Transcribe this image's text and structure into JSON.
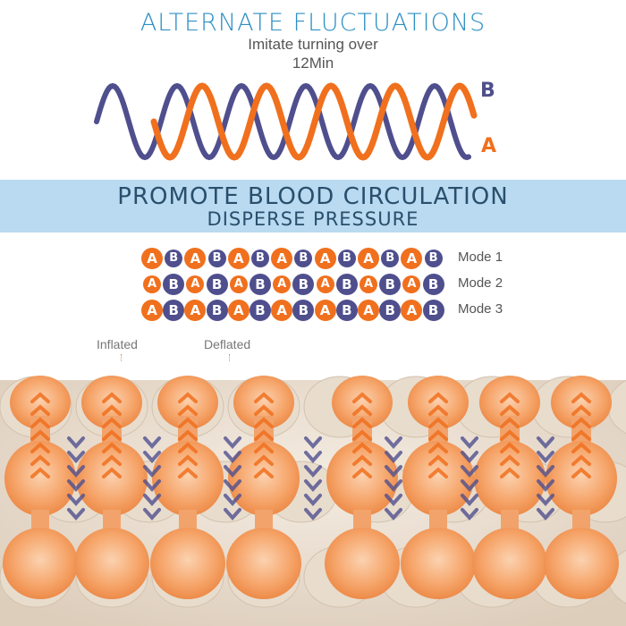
{
  "header": {
    "title": "ALTERNATE FLUCTUATIONS",
    "subtitle": "Imitate turning over",
    "interval": "12Min"
  },
  "wave": {
    "label_b": "B",
    "label_a": "A",
    "color_b": "#4f4f8e",
    "color_a": "#f0701e"
  },
  "banner": {
    "line1": "PROMOTE BLOOD CIRCULATION",
    "line2": "DISPERSE PRESSURE",
    "background": "#b9daf0",
    "text_color": "#2a4f6c"
  },
  "modes": [
    {
      "label": "Mode 1",
      "sequence": [
        "A",
        "B",
        "A",
        "B",
        "A",
        "B",
        "A",
        "B",
        "A",
        "B",
        "A",
        "B",
        "A",
        "B"
      ],
      "large": [
        "A"
      ]
    },
    {
      "label": "Mode 2",
      "sequence": [
        "A",
        "B",
        "A",
        "B",
        "A",
        "B",
        "A",
        "B",
        "A",
        "B",
        "A",
        "B",
        "A",
        "B"
      ],
      "large": [
        "B"
      ]
    },
    {
      "label": "Mode 3",
      "sequence": [
        "A",
        "B",
        "A",
        "B",
        "A",
        "B",
        "A",
        "B",
        "A",
        "B",
        "A",
        "B",
        "A",
        "B"
      ],
      "large": [
        "A",
        "B"
      ]
    }
  ],
  "colors": {
    "orange": "#f0701e",
    "navy": "#4f4f8e",
    "mattress_base": "#ede2d6",
    "cell_light": "#f7b685"
  },
  "callouts": {
    "inflated": "Inflated",
    "deflated": "Deflated"
  },
  "mattress_illustration": {
    "arrows_up_color": "#f0701e",
    "arrows_down_color": "#4f4f8e"
  }
}
